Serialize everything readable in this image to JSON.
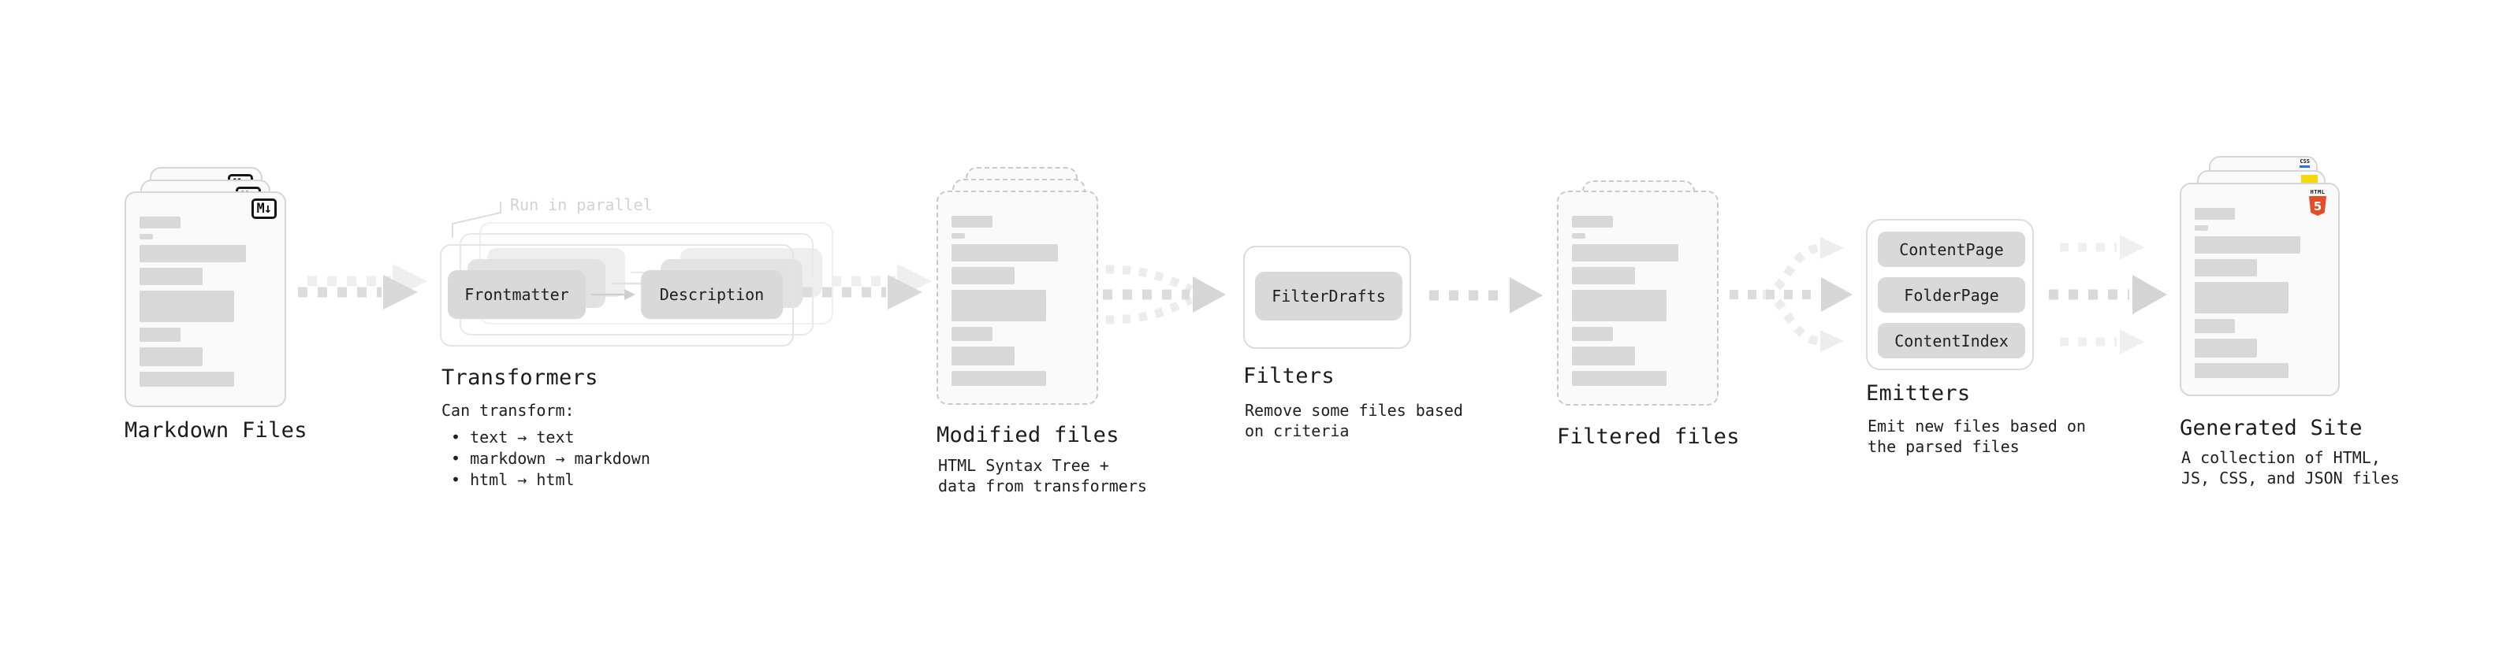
{
  "diagram": {
    "stages": {
      "markdown": {
        "title": "Markdown Files"
      },
      "transformers": {
        "title": "Transformers",
        "note": "Run in parallel",
        "nodes": [
          "Frontmatter",
          "Description"
        ],
        "desc_heading": "Can transform:",
        "bullets": [
          "• text → text",
          "• markdown → markdown",
          "• html → html"
        ]
      },
      "modified": {
        "title": "Modified files",
        "desc": "HTML Syntax Tree +\ndata from transformers"
      },
      "filters": {
        "title": "Filters",
        "nodes": [
          "FilterDrafts"
        ],
        "desc": "Remove some files based\non criteria"
      },
      "filtered": {
        "title": "Filtered files"
      },
      "emitters": {
        "title": "Emitters",
        "nodes": [
          "ContentPage",
          "FolderPage",
          "ContentIndex"
        ],
        "desc": "Emit new files based on\nthe parsed files"
      },
      "generated": {
        "title": "Generated Site",
        "desc": "A collection of HTML,\nJS, CSS, and JSON files"
      }
    },
    "icons": {
      "markdown_badge": "M↓",
      "html5_word": "HTML",
      "html5_digit": "5",
      "css_word": "CSS"
    },
    "palette": {
      "html5_orange": "#e44d26",
      "js_yellow": "#f5d90a",
      "css_blue": "#2b6fe3",
      "arrow_gray": "#d9d9d9",
      "card_bg": "#fafafa",
      "text": "#1c1c1c"
    }
  }
}
